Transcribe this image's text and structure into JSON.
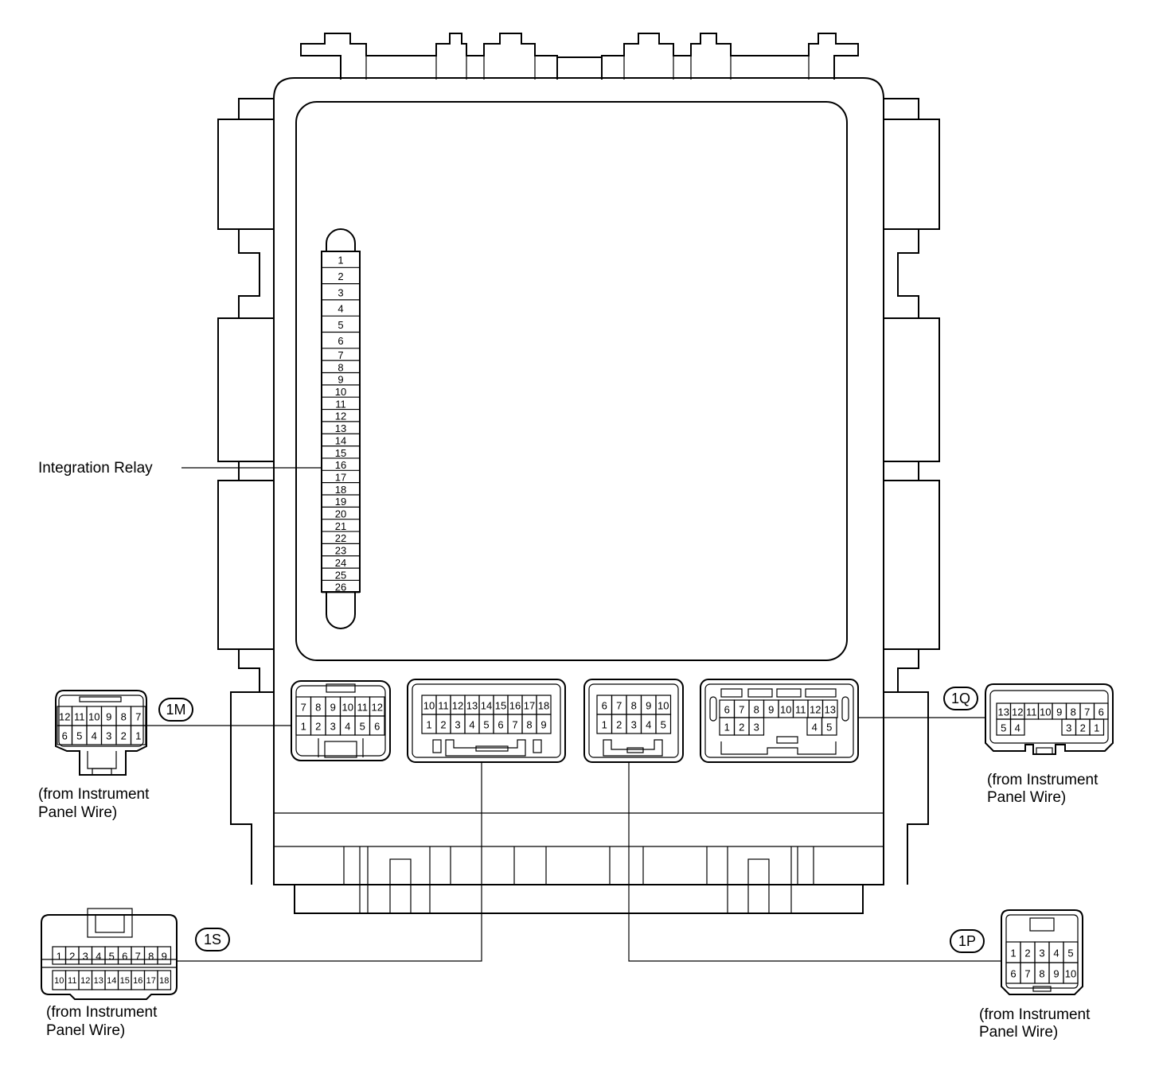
{
  "labels": {
    "integration_relay": "Integration Relay",
    "wire_note_line1": "(from Instrument",
    "wire_note_line2": "Panel Wire)"
  },
  "connectors": {
    "c1M": {
      "tag": "1M",
      "top": [
        "12",
        "11",
        "10",
        "9",
        "8",
        "7"
      ],
      "bottom": [
        "6",
        "5",
        "4",
        "3",
        "2",
        "1"
      ]
    },
    "c1S": {
      "tag": "1S",
      "top": [
        "1",
        "2",
        "3",
        "4",
        "5",
        "6",
        "7",
        "8",
        "9"
      ],
      "bottom": [
        "10",
        "11",
        "12",
        "13",
        "14",
        "15",
        "16",
        "17",
        "18"
      ]
    },
    "c1Q": {
      "tag": "1Q",
      "top": [
        "13",
        "12",
        "11",
        "10",
        "9",
        "8",
        "7",
        "6"
      ],
      "bottom": [
        "5",
        "4",
        "3",
        "2",
        "1"
      ]
    },
    "c1P": {
      "tag": "1P",
      "top": [
        "1",
        "2",
        "3",
        "4",
        "5"
      ],
      "bottom": [
        "6",
        "7",
        "8",
        "9",
        "10"
      ]
    }
  },
  "block_sockets": {
    "s1M": {
      "top": [
        "7",
        "8",
        "9",
        "10",
        "11",
        "12"
      ],
      "bottom": [
        "1",
        "2",
        "3",
        "4",
        "5",
        "6"
      ]
    },
    "s1S": {
      "top": [
        "10",
        "11",
        "12",
        "13",
        "14",
        "15",
        "16",
        "17",
        "18"
      ],
      "bottom": [
        "1",
        "2",
        "3",
        "4",
        "5",
        "6",
        "7",
        "8",
        "9"
      ]
    },
    "s1P": {
      "top": [
        "6",
        "7",
        "8",
        "9",
        "10"
      ],
      "bottom": [
        "1",
        "2",
        "3",
        "4",
        "5"
      ]
    },
    "s1Q": {
      "top": [
        "6",
        "7",
        "8",
        "9",
        "10",
        "11",
        "12",
        "13"
      ],
      "bottom": [
        "1",
        "2",
        "3",
        "4",
        "5"
      ]
    }
  },
  "relay_pins": [
    "1",
    "2",
    "3",
    "4",
    "5",
    "6",
    "7",
    "8",
    "9",
    "10",
    "11",
    "12",
    "13",
    "14",
    "15",
    "16",
    "17",
    "18",
    "19",
    "20",
    "21",
    "22",
    "23",
    "24",
    "25",
    "26"
  ]
}
